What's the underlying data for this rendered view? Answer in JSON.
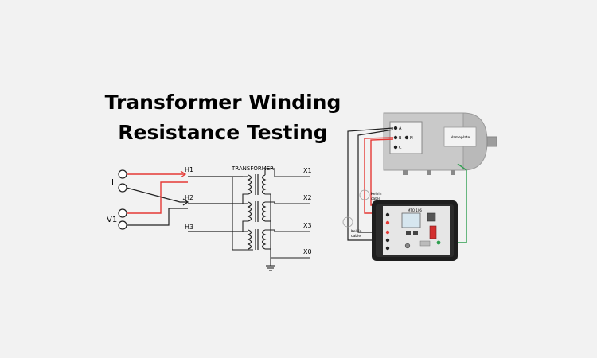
{
  "page": {
    "title_line1": "Transformer Winding",
    "title_line2": "Resistance Testing"
  },
  "schematic": {
    "transformer_label": "TRANSFORMER",
    "current_label": "I",
    "voltage_label": "V1",
    "primary_terminals": [
      "H1",
      "H2",
      "H3"
    ],
    "secondary_terminals": [
      "X1",
      "X2",
      "X3",
      "X0"
    ]
  },
  "setup": {
    "terminals": [
      "A",
      "B",
      "C"
    ],
    "neutral_terminal": "N",
    "nameplate_label": "Nameplate",
    "cable_label_top": [
      "Kelvin",
      "cable"
    ],
    "cable_label_bottom": [
      "Kelvin",
      "cable"
    ],
    "instrument_model": "MTO 106"
  },
  "colors": {
    "background": "#f2f2f2",
    "current_lead": "#e53935",
    "wire": "#222222",
    "ground_lead": "#2e9e4e",
    "tank": "#c9c9c9",
    "case": "#1e1e1e",
    "panel": "#e6e6e6"
  }
}
